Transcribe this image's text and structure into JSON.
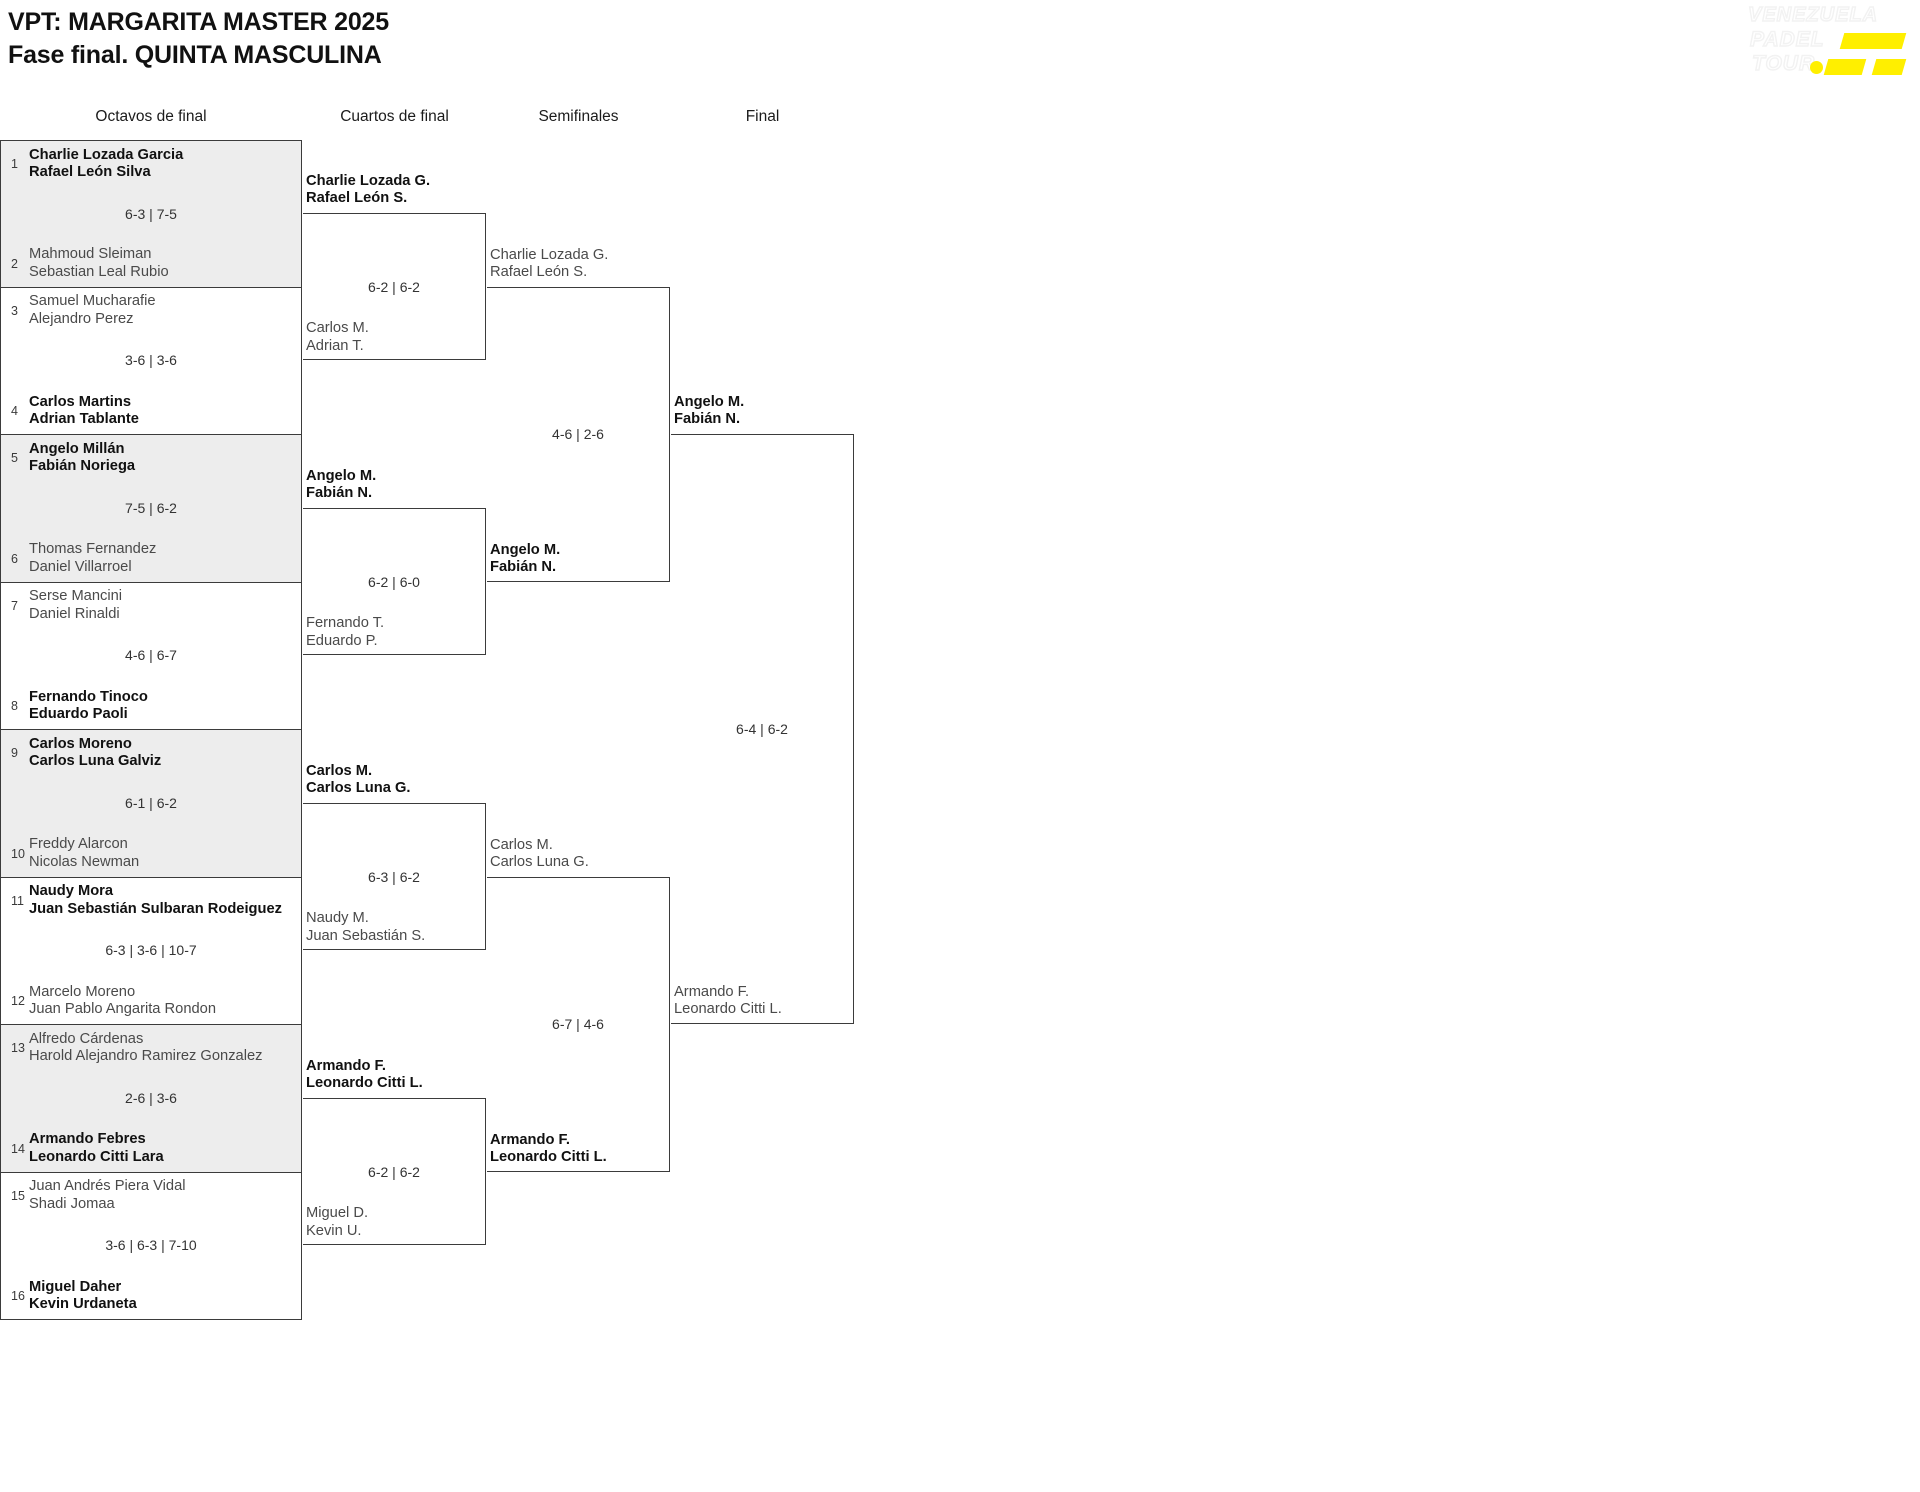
{
  "header": {
    "title_line1": "VPT: MARGARITA MASTER 2025",
    "title_line2": "Fase final. QUINTA MASCULINA"
  },
  "logo": {
    "word1": "VENEZUELA",
    "word2": "PADEL",
    "word3": "TOUR.",
    "accent_color": "#ffef00",
    "outline_color": "#f2f2f2"
  },
  "rounds": [
    {
      "label": "Octavos de final"
    },
    {
      "label": "Cuartos de final"
    },
    {
      "label": "Semifinales"
    },
    {
      "label": "Final"
    }
  ],
  "round_of_16": [
    {
      "shaded": true,
      "score": "6-3 | 7-5",
      "top": {
        "seed": "1",
        "p1": "Charlie Lozada Garcia",
        "p2": "Rafael León Silva",
        "result": "winner"
      },
      "bottom": {
        "seed": "2",
        "p1": "Mahmoud Sleiman",
        "p2": "Sebastian Leal Rubio",
        "result": "loser"
      }
    },
    {
      "shaded": false,
      "score": "3-6 | 3-6",
      "top": {
        "seed": "3",
        "p1": "Samuel Mucharafie",
        "p2": "Alejandro Perez",
        "result": "loser"
      },
      "bottom": {
        "seed": "4",
        "p1": "Carlos Martins",
        "p2": "Adrian Tablante",
        "result": "winner"
      }
    },
    {
      "shaded": true,
      "score": "7-5 | 6-2",
      "top": {
        "seed": "5",
        "p1": "Angelo Millán",
        "p2": "Fabián Noriega",
        "result": "winner"
      },
      "bottom": {
        "seed": "6",
        "p1": "Thomas Fernandez",
        "p2": "Daniel Villarroel",
        "result": "loser"
      }
    },
    {
      "shaded": false,
      "score": "4-6 | 6-7",
      "top": {
        "seed": "7",
        "p1": "Serse Mancini",
        "p2": "Daniel Rinaldi",
        "result": "loser"
      },
      "bottom": {
        "seed": "8",
        "p1": "Fernando Tinoco",
        "p2": "Eduardo Paoli",
        "result": "winner"
      }
    },
    {
      "shaded": true,
      "score": "6-1 | 6-2",
      "top": {
        "seed": "9",
        "p1": "Carlos Moreno",
        "p2": "Carlos Luna Galviz",
        "result": "winner"
      },
      "bottom": {
        "seed": "10",
        "p1": "Freddy Alarcon",
        "p2": "Nicolas Newman",
        "result": "loser"
      }
    },
    {
      "shaded": false,
      "score": "6-3 | 3-6 | 10-7",
      "top": {
        "seed": "11",
        "p1": "Naudy Mora",
        "p2": "Juan Sebastián Sulbaran Rodeiguez",
        "result": "winner"
      },
      "bottom": {
        "seed": "12",
        "p1": "Marcelo Moreno",
        "p2": "Juan Pablo Angarita Rondon",
        "result": "loser"
      }
    },
    {
      "shaded": true,
      "score": "2-6 | 3-6",
      "top": {
        "seed": "13",
        "p1": "Alfredo Cárdenas",
        "p2": "Harold Alejandro Ramirez Gonzalez",
        "result": "loser"
      },
      "bottom": {
        "seed": "14",
        "p1": "Armando Febres",
        "p2": "Leonardo Citti Lara",
        "result": "winner"
      }
    },
    {
      "shaded": false,
      "score": "3-6 | 6-3 | 7-10",
      "top": {
        "seed": "15",
        "p1": "Juan Andrés Piera Vidal",
        "p2": "Shadi Jomaa",
        "result": "loser"
      },
      "bottom": {
        "seed": "16",
        "p1": "Miguel Daher",
        "p2": "Kevin Urdaneta",
        "result": "winner"
      }
    }
  ],
  "quarterfinals": [
    {
      "score": "6-2 | 6-2",
      "top": {
        "p1": "Charlie Lozada G.",
        "p2": "Rafael León S.",
        "result": "winner"
      },
      "bottom": {
        "p1": "Carlos M.",
        "p2": "Adrian T.",
        "result": "loser"
      }
    },
    {
      "score": "6-2 | 6-0",
      "top": {
        "p1": "Angelo M.",
        "p2": "Fabián N.",
        "result": "winner"
      },
      "bottom": {
        "p1": "Fernando T.",
        "p2": "Eduardo P.",
        "result": "loser"
      }
    },
    {
      "score": "6-3 | 6-2",
      "top": {
        "p1": "Carlos M.",
        "p2": "Carlos Luna G.",
        "result": "winner"
      },
      "bottom": {
        "p1": "Naudy M.",
        "p2": "Juan Sebastián S.",
        "result": "loser"
      }
    },
    {
      "score": "6-2 | 6-2",
      "top": {
        "p1": "Armando F.",
        "p2": "Leonardo Citti L.",
        "result": "winner"
      },
      "bottom": {
        "p1": "Miguel D.",
        "p2": "Kevin U.",
        "result": "loser"
      }
    }
  ],
  "semifinals": [
    {
      "score": "4-6 | 2-6",
      "top": {
        "p1": "Charlie Lozada G.",
        "p2": "Rafael León S.",
        "result": "loser"
      },
      "bottom": {
        "p1": "Angelo M.",
        "p2": "Fabián N.",
        "result": "winner"
      }
    },
    {
      "score": "6-7 | 4-6",
      "top": {
        "p1": "Carlos M.",
        "p2": "Carlos Luna G.",
        "result": "loser"
      },
      "bottom": {
        "p1": "Armando F.",
        "p2": "Leonardo Citti L.",
        "result": "winner"
      }
    }
  ],
  "final": {
    "score": "6-4 | 6-2",
    "top": {
      "p1": "Angelo M.",
      "p2": "Fabián N.",
      "result": "winner"
    },
    "bottom": {
      "p1": "Armando F.",
      "p2": "Leonardo Citti L.",
      "result": "loser"
    }
  }
}
